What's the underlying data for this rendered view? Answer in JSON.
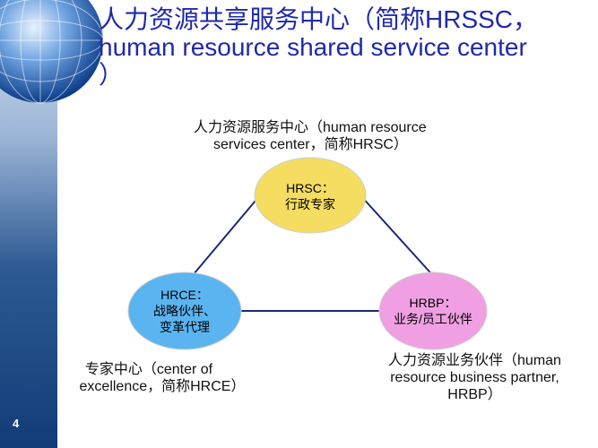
{
  "title": {
    "line1": "人力资源共享服务中心（简称HRSSC，",
    "line2": "human resource shared service center",
    "line3": "）"
  },
  "diagram": {
    "top_caption": {
      "line1": "人力资源服务中心（human resource",
      "line2": "services center，简称HRSC）"
    },
    "left_caption": {
      "line1": "专家中心（center of",
      "line2": "excellence，简称HRCE）"
    },
    "right_caption": {
      "line1": "人力资源业务伙伴（human",
      "line2": "resource business partner,",
      "line3": "HRBP）"
    },
    "nodes": {
      "hrsc": {
        "line1": "HRSC：",
        "line2": "行政专家",
        "color": "#f5dd62"
      },
      "hrce": {
        "line1": "HRCE：",
        "line2": "战略伙伴、",
        "line3": "变革代理",
        "color": "#5ab4f0"
      },
      "hrbp": {
        "line1": "HRBP：",
        "line2": "业务/员工伙伴",
        "color": "#f0a0e2"
      }
    },
    "edge_color": "#1a2a7a"
  },
  "page_number": "4"
}
